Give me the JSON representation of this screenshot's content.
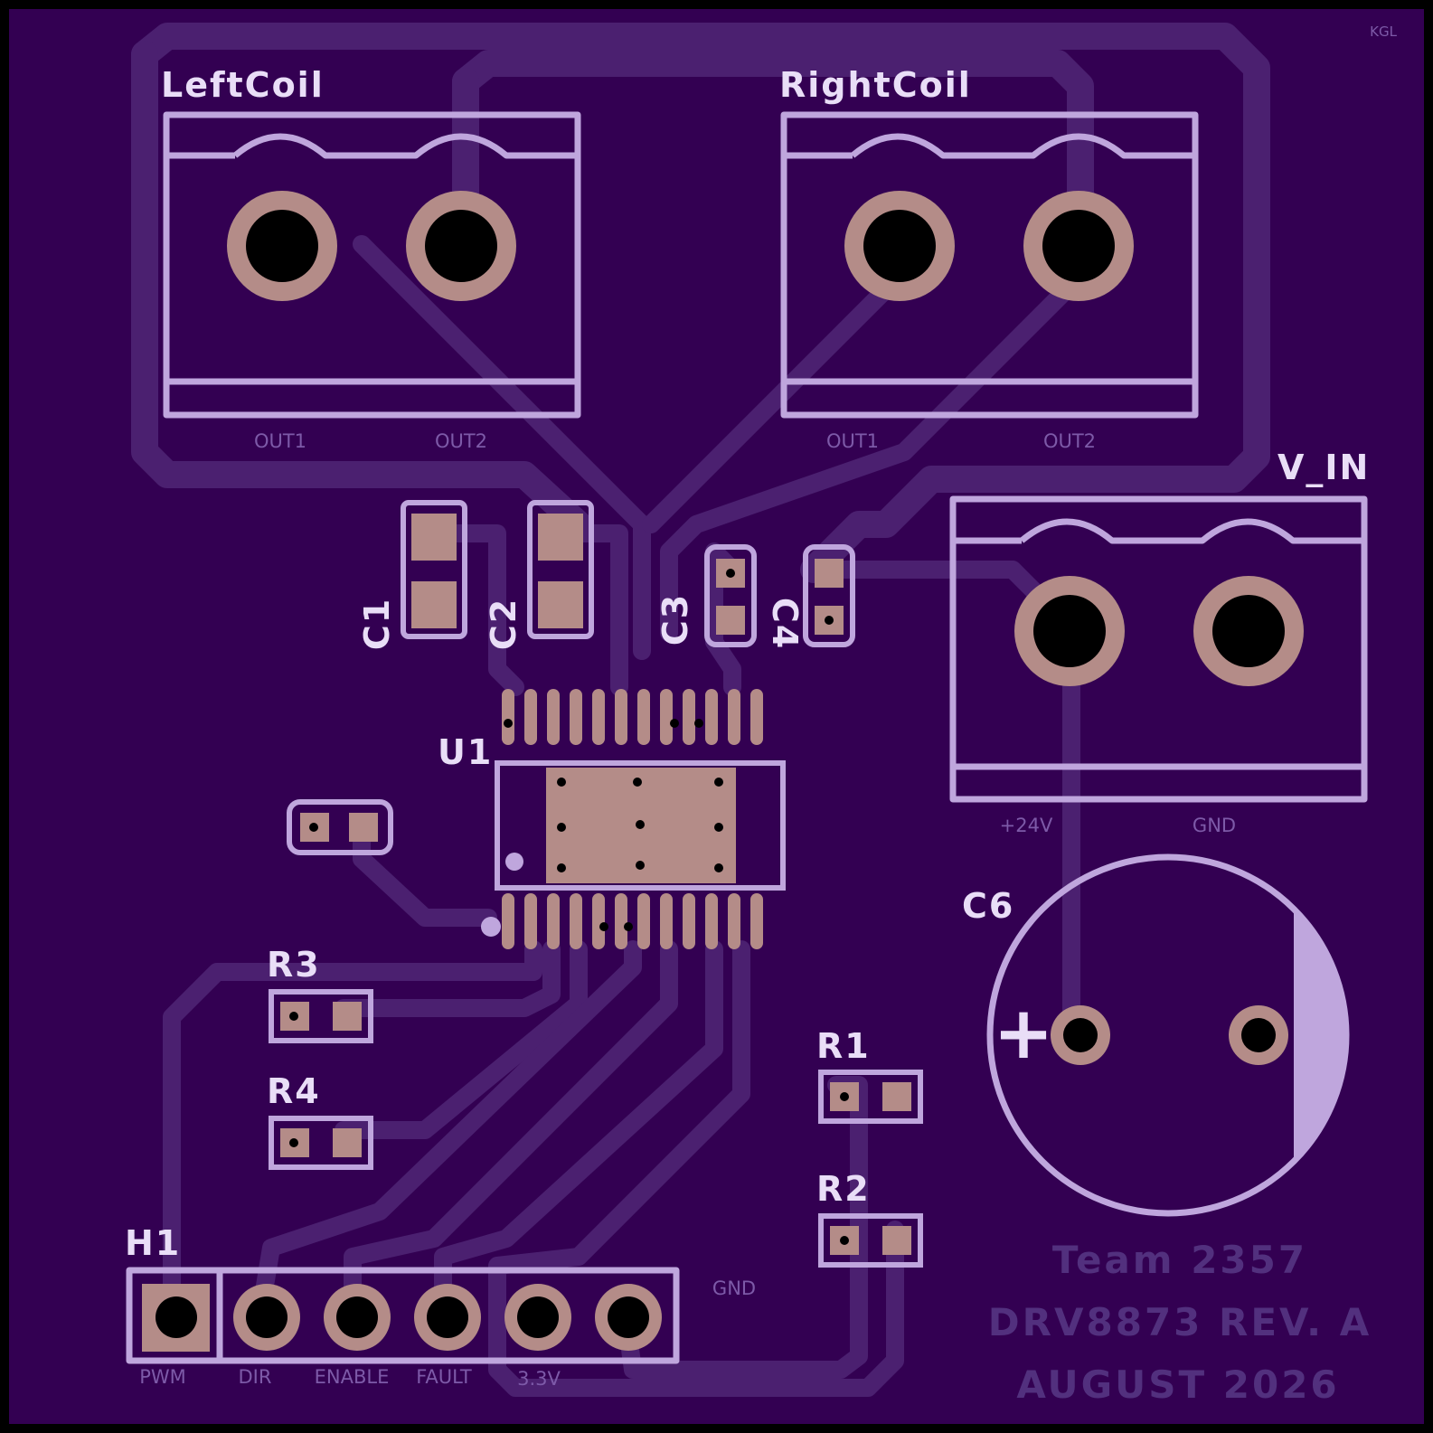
{
  "board": {
    "corner_mark": "KGL",
    "background_color": "#330052",
    "silk_color": "#bfa6dd",
    "copper_color": "#b48c88",
    "trace_color": "#4b2070"
  },
  "connectors": {
    "left_coil": {
      "label": "LeftCoil",
      "pin1": "OUT1",
      "pin2": "OUT2"
    },
    "right_coil": {
      "label": "RightCoil",
      "pin1": "OUT1",
      "pin2": "OUT2"
    },
    "v_in": {
      "label": "V_IN",
      "pin1": "+24V",
      "pin2": "GND"
    }
  },
  "components": {
    "c1": "C1",
    "c2": "C2",
    "c3": "C3",
    "c4": "C4",
    "c6": "C6",
    "c6_polarity": "+",
    "u1": "U1",
    "r1": "R1",
    "r2": "R2",
    "r3": "R3",
    "r4": "R4",
    "h1": "H1"
  },
  "header": {
    "pins": [
      "PWM",
      "DIR",
      "ENABLE",
      "FAULT",
      "3.3V",
      "GND"
    ]
  },
  "branding": {
    "line1": "Team 2357",
    "line2": "DRV8873 REV. A",
    "line3": "AUGUST 2026"
  }
}
